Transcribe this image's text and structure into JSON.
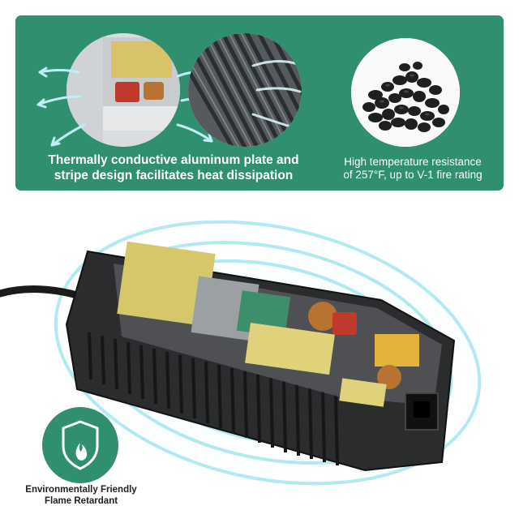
{
  "features": [
    {
      "caption_line1": "Thermally conductive aluminum plate and",
      "caption_line2": "stripe design facilitates heat dissipation",
      "icons": [
        "airflow-arrows-icon"
      ]
    },
    {
      "caption_line1": "High temperature resistance",
      "caption_line2": "of 257°F, up to V-1 fire rating",
      "icons": [
        "plastic-pellets-icon"
      ]
    }
  ],
  "badge": {
    "line1": "Environmentally Friendly",
    "line2": "Flame Retardant",
    "icon": "shield-flame-icon"
  },
  "colors": {
    "panel_green": "#2f8f6f",
    "airflow_blue": "#9fe3ef",
    "caption_text": "#ffffff"
  }
}
